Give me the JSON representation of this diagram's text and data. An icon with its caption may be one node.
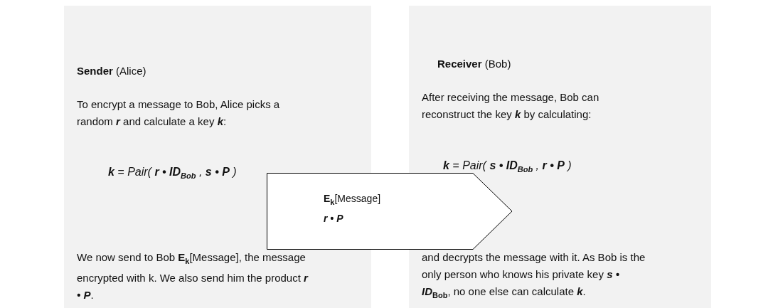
{
  "diagram": {
    "nodes": [
      {
        "text": [
          "**Sender** (Alice)",
          "To encrypt a message to Bob, Alice picks a random *r* and calculate a key *k*:",
          "**k** = Pair( **r • ID**$_{Bob}$ , **s • P** )",
          "We now send to Bob **E**$_{k}$[Message], the message encrypted with k. We also send him the product *r • P*."
        ]
      },
      {
        "text": [
          "**Receiver** (Bob)",
          "After receiving the message, Bob can reconstruct the key *k* by calculating:",
          "**k** = Pair( **s • ID**$_{Bob}$ , **r • P** )",
          "and decrypts the message with it. As Bob is the only person who knows his private key *s • ID*$_{Bob}$, no one else can calculate *k*."
        ]
      },
      {
        "text": [
          "**E**$_{k}$[Message]",
          "*r • P*"
        ]
      }
    ]
  }
}
